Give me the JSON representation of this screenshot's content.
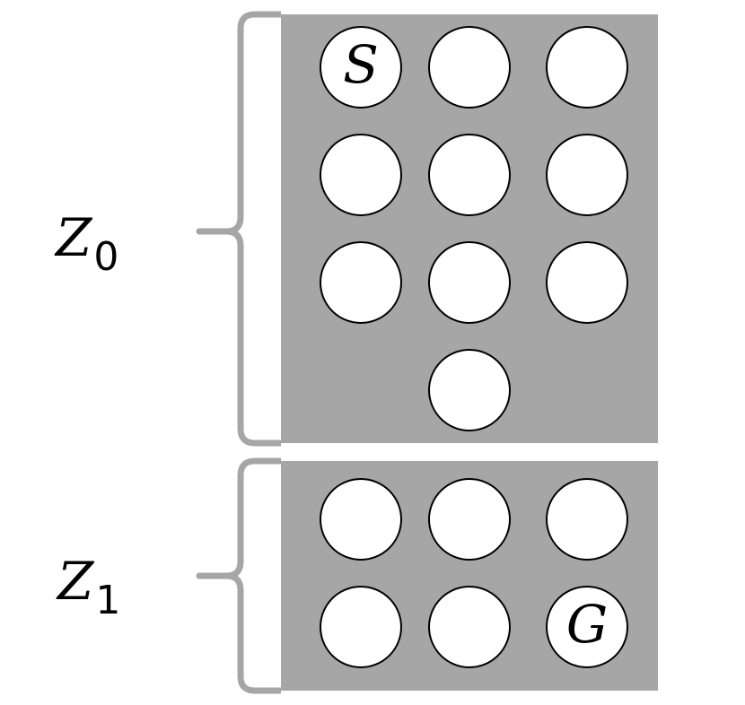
{
  "colors": {
    "zone_fill": "#a6a6a6",
    "brace": "#a6a6a6",
    "node_fill": "#ffffff",
    "node_stroke": "#000000"
  },
  "zones": [
    {
      "id": "z0",
      "label_main": "Z",
      "label_sub": "0",
      "nodes": [
        {
          "row": 0,
          "col": 0,
          "letter": "S"
        },
        {
          "row": 0,
          "col": 1,
          "letter": ""
        },
        {
          "row": 0,
          "col": 2,
          "letter": ""
        },
        {
          "row": 1,
          "col": 0,
          "letter": ""
        },
        {
          "row": 1,
          "col": 1,
          "letter": ""
        },
        {
          "row": 1,
          "col": 2,
          "letter": ""
        },
        {
          "row": 2,
          "col": 0,
          "letter": ""
        },
        {
          "row": 2,
          "col": 1,
          "letter": ""
        },
        {
          "row": 2,
          "col": 2,
          "letter": ""
        },
        {
          "row": 3,
          "col": 1,
          "letter": ""
        }
      ]
    },
    {
      "id": "z1",
      "label_main": "Z",
      "label_sub": "1",
      "nodes": [
        {
          "row": 0,
          "col": 0,
          "letter": ""
        },
        {
          "row": 0,
          "col": 1,
          "letter": ""
        },
        {
          "row": 0,
          "col": 2,
          "letter": ""
        },
        {
          "row": 1,
          "col": 0,
          "letter": ""
        },
        {
          "row": 1,
          "col": 1,
          "letter": ""
        },
        {
          "row": 1,
          "col": 2,
          "letter": "G"
        }
      ]
    }
  ]
}
